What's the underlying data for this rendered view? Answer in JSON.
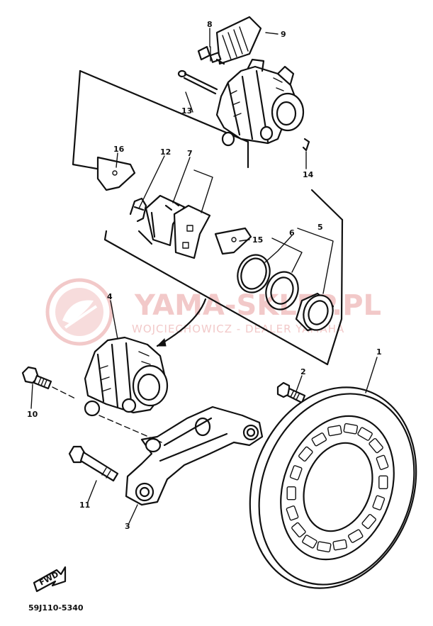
{
  "watermark": {
    "brand": "YAMA-SKLEP.PL",
    "dealer": "WOJCIECHOWICZ - DEALER YAMAHA",
    "color": "#f2c9c9"
  },
  "callouts": {
    "c1": "1",
    "c2": "2",
    "c3": "3",
    "c4": "4",
    "c5": "5",
    "c6": "6",
    "c7": "7",
    "c8": "8",
    "c9": "9",
    "c10": "10",
    "c11": "11",
    "c12": "12",
    "c13": "13",
    "c14": "14",
    "c15": "15",
    "c16": "16"
  },
  "fwd_label": "FWD",
  "diagram_code": "59J110-5340"
}
